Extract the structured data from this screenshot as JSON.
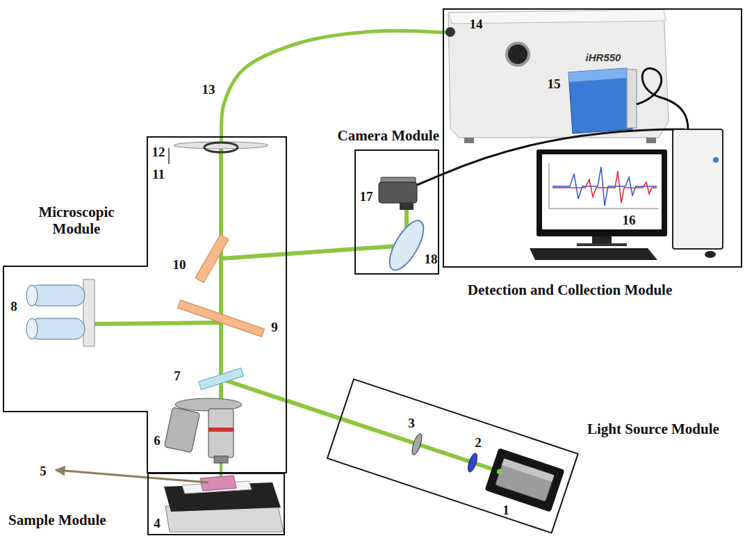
{
  "diagram": {
    "nodes": [
      {
        "text": [
          "Microscopic Module"
        ]
      },
      {
        "text": [
          "Camera Module"
        ]
      },
      {
        "text": [
          "Detection and Collection Module"
        ]
      },
      {
        "text": [
          "Light Source Module"
        ]
      },
      {
        "text": [
          "Sample Module"
        ]
      }
    ],
    "edges": [
      {
        "from": 3,
        "to": 0,
        "arrow": "none"
      },
      {
        "from": 0,
        "to": 1,
        "arrow": "none"
      },
      {
        "from": 0,
        "to": 2,
        "arrow": "none"
      },
      {
        "from": 1,
        "to": 2,
        "arrow": "none"
      }
    ],
    "labels": [
      "1",
      "2",
      "3",
      "4",
      "5",
      "6",
      "7",
      "8",
      "9",
      "10",
      "11",
      "12",
      "13",
      "14",
      "15",
      "16",
      "17",
      "18",
      "iHR550"
    ]
  }
}
